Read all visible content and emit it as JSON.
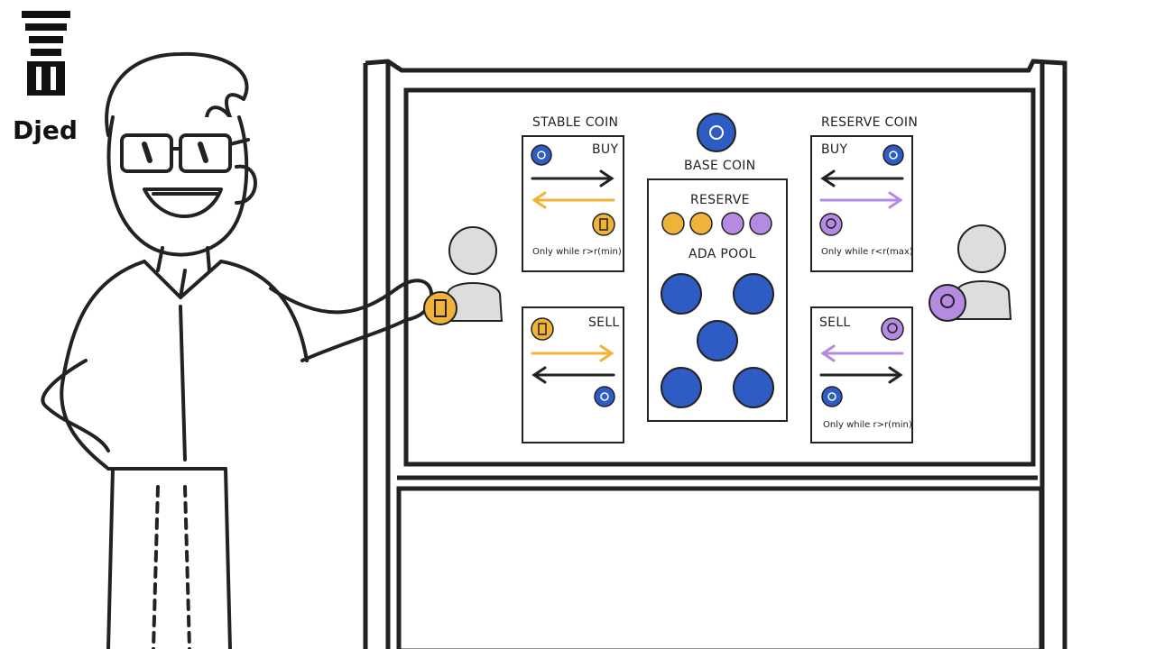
{
  "brand": {
    "name": "Djed",
    "logo_icon": "djed-pillar-icon"
  },
  "colors": {
    "stable": "#f0b33a",
    "reserve": "#b48be0",
    "base": "#2f5bc4",
    "ink": "#222222"
  },
  "board": {
    "stable_coin": {
      "title": "STABLE COIN",
      "buy": {
        "label": "BUY",
        "note": "Only while r>r(min)"
      },
      "sell": {
        "label": "SELL"
      }
    },
    "base_coin": {
      "title": "BASE COIN",
      "reserve_label": "RESERVE",
      "pool_label": "ADA POOL"
    },
    "reserve_coin": {
      "title": "RESERVE COIN",
      "buy": {
        "label": "BUY",
        "note": "Only while r<r(max)"
      },
      "sell": {
        "label": "SELL",
        "note": "Only while r>r(min)"
      }
    }
  }
}
